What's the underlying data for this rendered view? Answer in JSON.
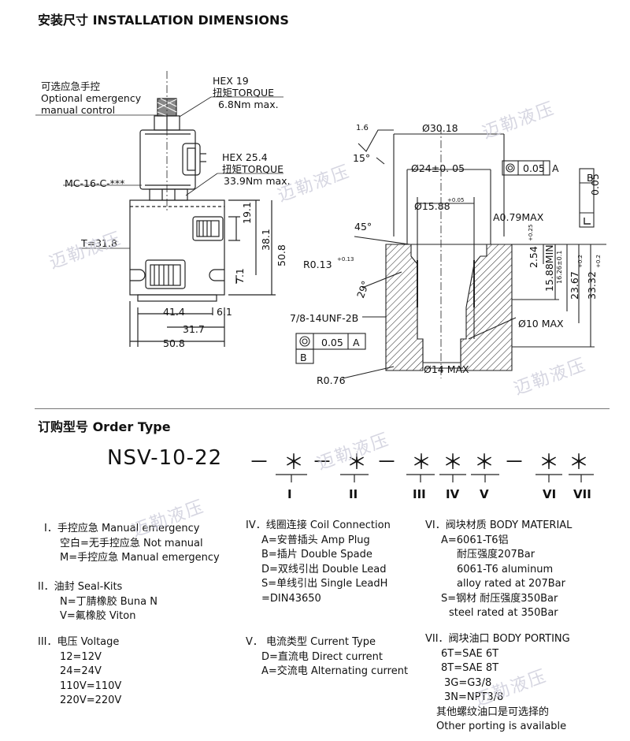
{
  "install": {
    "title": "安装尺寸 INSTALLATION DIMENSIONS",
    "left": {
      "optional_cn": "可选应急手控",
      "optional_en1": "Optional emergency",
      "optional_en2": "manual control",
      "hex19": "HEX 19",
      "torque1_cn": "扭矩TORQUE",
      "torque1_val": "6.8Nm max.",
      "hex25": "HEX 25.4",
      "torque2_cn": "扭矩TORQUE",
      "torque2_val": "33.9Nm max.",
      "mc": "MC-16-C-***",
      "t": "T=31.8",
      "d191": "19.1",
      "d381": "38.1",
      "d508v": "50.8",
      "d71": "7.1",
      "d414": "41.4",
      "d61": "6.1",
      "d317": "31.7",
      "d508h": "50.8"
    },
    "right": {
      "r16": "1.6",
      "d3018": "Ø30.18",
      "ang15": "15°",
      "d24": "Ø24±0. 05",
      "tol05a": "0.05",
      "tolA": "A",
      "tol05b": "0.05",
      "tolB": "B",
      "d1588": "Ø15.88",
      "d1588tol": "+0.05",
      "a079": "A0.79MAX",
      "ang45": "45°",
      "r013": "R0.13",
      "r013tol": "+0.13",
      "d254": "2.54",
      "d254tol": "+0.25",
      "d1588min": "15.88MIN",
      "d1626": "16.26±0.1",
      "d2367": "23.67",
      "d2367tol": "+0.2",
      "d3332": "33.32",
      "d3332tol": "+0.2",
      "ang29": "29°",
      "thread": "7/8-14UNF-2B",
      "d10": "Ø10 MAX",
      "tol05c": "0.05",
      "tolAc": "A",
      "datumB": "B",
      "d14": "Ø14 MAX",
      "r076": "R0.76"
    }
  },
  "watermark": "迈勒液压",
  "order": {
    "title": "订购型号 Order Type",
    "code": "NSV-10-22",
    "segments": [
      "－",
      "＊",
      "－",
      "＊",
      "－",
      "＊",
      "＊",
      "＊",
      "－",
      "＊",
      "＊"
    ],
    "romans": [
      "I",
      "II",
      "III",
      "IV",
      "V",
      "VI",
      "VII"
    ],
    "col1": {
      "g1": [
        "I．手控应急 Manual emergency",
        "空白=无手控应急 Not manual",
        "M=手控应急 Manual emergency"
      ],
      "g2": [
        "II．油封 Seal-Kits",
        "N=丁腈橡胶 Buna N",
        "V=氟橡胶 Viton"
      ],
      "g3": [
        "III．电压 Voltage",
        "12=12V",
        "24=24V",
        "110V=110V",
        "220V=220V"
      ]
    },
    "col2": {
      "g1": [
        "IV．线圈连接 Coil Connection",
        "A=安普插头 Amp Plug",
        "B=插片 Double Spade",
        "D=双线引出 Double Lead",
        "S=单线引出 Single LeadH",
        "=DIN43650"
      ],
      "g2": [
        "V．  电流类型 Current Type",
        "D=直流电 Direct current",
        "A=交流电 Alternating current"
      ]
    },
    "col3": {
      "g1": [
        "VI．阀块材质 BODY MATERIAL",
        "A=6061-T6铝",
        "耐压强度207Bar",
        "6061-T6 aluminum",
        "alloy rated at 207Bar",
        "S=钢材 耐压强度350Bar",
        "steel rated at 350Bar"
      ],
      "g2": [
        "VII．阀块油口 BODY PORTING",
        "6T=SAE 6T",
        "8T=SAE 8T",
        "3G=G3/8",
        "3N=NPT3/8",
        "其他螺纹油口是可选择的",
        "Other porting is available"
      ]
    }
  }
}
